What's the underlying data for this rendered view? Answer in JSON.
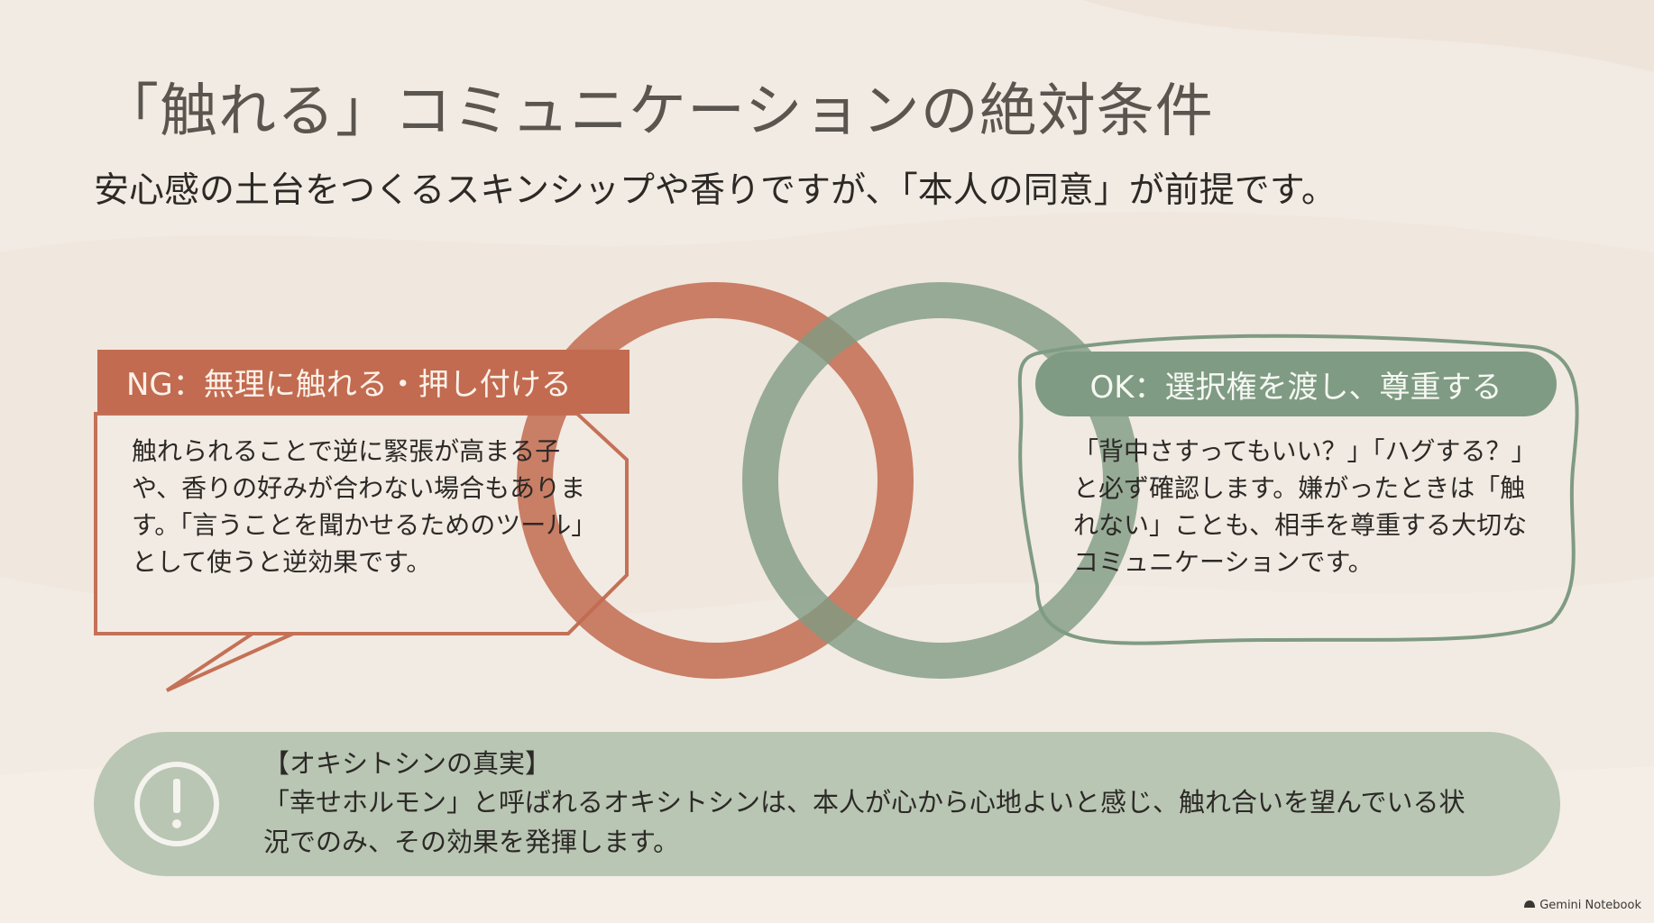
{
  "slide": {
    "title": "「触れる」コミュニケーションの絶対条件",
    "subtitle": "安心感の土台をつくるスキンシップや香りですが、「本人の同意」が前提です。"
  },
  "ng_panel": {
    "header": "NG：無理に触れる・押し付ける",
    "body": "触れられることで逆に緊張が高まる子や、香りの好みが合わない場合もあります。「言うことを聞かせるためのツール」として使うと逆効果です。",
    "color": "#c26b50"
  },
  "ok_panel": {
    "header": "OK：選択権を渡し、尊重する",
    "body": "「背中さすってもいい？」「ハグする？」と必ず確認します。嫌がったときは「触れない」ことも、相手を尊重する大切なコミュニケーションです。",
    "color": "#7f9b83"
  },
  "banner": {
    "icon": "exclamation-circle-icon",
    "heading": "【オキシトシンの真実】",
    "text": "「幸せホルモン」と呼ばれるオキシトシンは、本人が心から心地よいと感じ、触れ合いを望んでいる状況でのみ、その効果を発揮します。",
    "color": "#b9c6b4"
  },
  "watermark": {
    "text": "Gemini Notebook",
    "icon": "notebook-logo-icon"
  }
}
